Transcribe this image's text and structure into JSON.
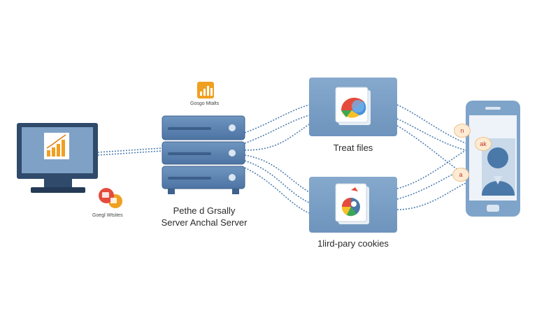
{
  "labels": {
    "analytics_top": "Gosgo Mtalts",
    "analytics_left": "Goegl Wtsites",
    "server_line1": "Pethe d Grsally",
    "server_line2": "Server Anchal Server",
    "first_party": "Treat files",
    "third_party": "1lird-pary cookies"
  },
  "bubbles": [
    "n",
    "ak",
    "a"
  ],
  "colors": {
    "accent_blue": "#4a78a8",
    "panel_blue": "#7fa4c9",
    "server_blue": "#5c84b3",
    "line_blue": "#4f7fb0",
    "orange": "#f0a020",
    "red": "#e54b3c"
  },
  "icons": [
    "monitor-icon",
    "bar-chart-icon",
    "analytics-logo-icon",
    "server-icon",
    "file-icon",
    "cookie-icon",
    "phone-icon",
    "user-icon"
  ]
}
